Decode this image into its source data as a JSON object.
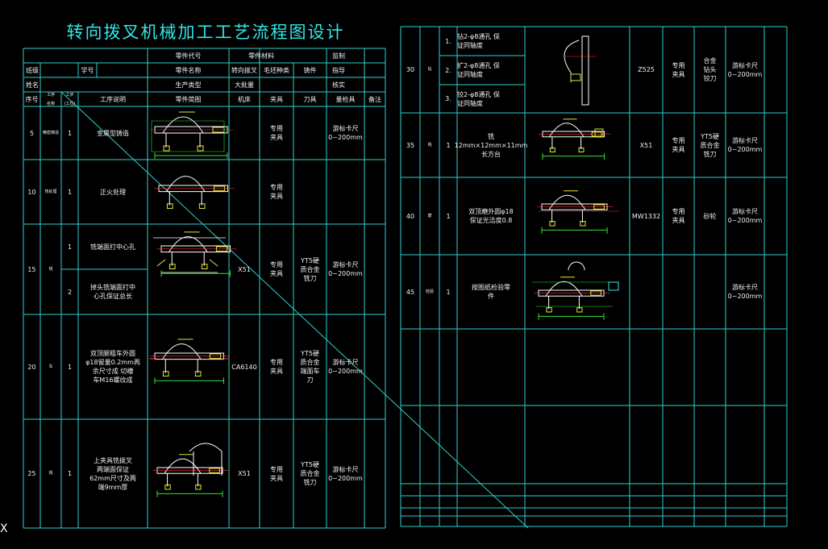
{
  "title": "转向拨叉机械加工工艺流程图设计",
  "header": {
    "part_code_label": "零件代号",
    "part_material_label": "零件材料",
    "supervise_label": "监制",
    "class_label": "班级",
    "student_no_label": "学号",
    "part_name_label": "零件名称",
    "part_name_value": "转向拨叉",
    "blank_type_label": "毛坯种类",
    "blank_type_value": "铸件",
    "advisor_label": "指导",
    "name_label": "姓名",
    "production_type_label": "生产类型",
    "production_type_value": "大批量",
    "review_label": "核实"
  },
  "columns": {
    "seq": "序号",
    "process_name": "工序\n名称",
    "step_no": "工步\n(工位)",
    "description": "工序说明",
    "sketch": "零件简图",
    "machine": "机床",
    "fixture": "夹具",
    "tool": "刀具",
    "gauge": "量检具",
    "remark": "备注"
  },
  "left_rows": [
    {
      "seq": "5",
      "name": "精密铸造",
      "steps": [
        "1"
      ],
      "desc": [
        "金属型铸造"
      ],
      "machine": "",
      "fixture": "专用\n夹具",
      "tool": "",
      "gauge": "游标卡尺\n0~200mm"
    },
    {
      "seq": "10",
      "name": "热处理",
      "steps": [
        "1"
      ],
      "desc": [
        "正火处理"
      ],
      "machine": "",
      "fixture": "专用\n夹具",
      "tool": "",
      "gauge": ""
    },
    {
      "seq": "15",
      "name": "铣",
      "steps": [
        "1",
        "2"
      ],
      "desc": [
        "铣端面打中心孔",
        "掉头铣端面打中\n心孔保证总长"
      ],
      "machine": "X51",
      "fixture": "专用\n夹具",
      "tool": "YT5硬\n质合金\n铣刀",
      "gauge": "游标卡尺\n0~200mm"
    },
    {
      "seq": "20",
      "name": "车",
      "steps": [
        "1"
      ],
      "desc": [
        "双顶腿粗车外圆\nφ18留量0.2mm再\n余尺寸成 切槽\n车M16螺纹成"
      ],
      "machine": "CA6140",
      "fixture": "专用\n夹具",
      "tool": "YT5硬\n质合金\n端面车\n刀",
      "gauge": "游标卡尺\n0~200mm"
    },
    {
      "seq": "25",
      "name": "铣",
      "steps": [
        "1"
      ],
      "desc": [
        "上夹具铣拨叉\n两端面保证\n62mm尺寸及两\n端9mm厚"
      ],
      "machine": "X51",
      "fixture": "专用\n夹具",
      "tool": "YT5硬\n质合金\n铣刀",
      "gauge": "游标卡尺\n0~200mm"
    }
  ],
  "right_rows": [
    {
      "seq": "30",
      "name": "钻",
      "steps": [
        "1.",
        "2.",
        "3."
      ],
      "desc": [
        "钻2-φ8通孔 保\n证同轴度",
        "扩2-φ8通孔 保\n证同轴度",
        "铰2-φ8通孔 保\n证同轴度"
      ],
      "machine": "Z525",
      "fixture": "专用\n夹具",
      "tool": "合金\n钻头\n铰刀",
      "gauge": "游标卡尺\n0~200mm"
    },
    {
      "seq": "35",
      "name": "铣",
      "steps": [
        "1"
      ],
      "desc": [
        "铣12mm×12mm×11mm\n长方台"
      ],
      "machine": "X51",
      "fixture": "专用\n夹具",
      "tool": "YT5硬\n质合金\n铣刀",
      "gauge": "游标卡尺\n0~200mm"
    },
    {
      "seq": "40",
      "name": "磨",
      "steps": [
        "1"
      ],
      "desc": [
        "双顶磨外圆φ18\n保证光洁度0.8"
      ],
      "machine": "MW1332",
      "fixture": "专用\n夹具",
      "tool": "砂轮",
      "gauge": "游标卡尺\n0~200mm"
    },
    {
      "seq": "45",
      "name": "检验",
      "steps": [
        "1"
      ],
      "desc": [
        "按图纸检验零\n件"
      ],
      "machine": "",
      "fixture": "",
      "tool": "",
      "gauge": "游标卡尺\n0~200mm"
    }
  ],
  "ucs_label": "X",
  "colors": {
    "background": "#000000",
    "grid": "#2fd0d0",
    "text": "#f2f2f2",
    "title": "#34e6e6",
    "sketch": "#ffffff",
    "dim": "#e6e633",
    "axis": "#ff3333"
  }
}
